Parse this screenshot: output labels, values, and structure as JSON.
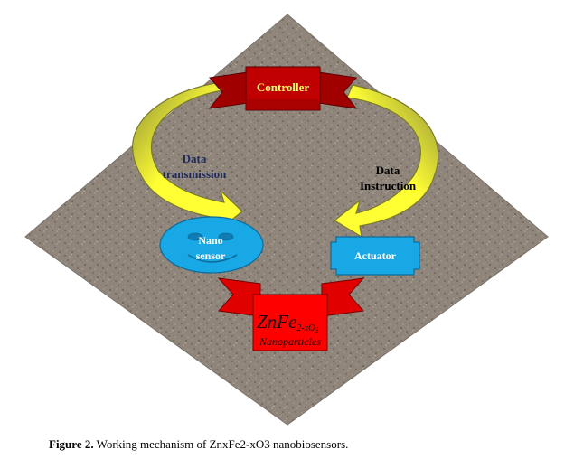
{
  "diagram": {
    "nodes": {
      "controller": "Controller",
      "nano_sensor_line1": "Nano",
      "nano_sensor_line2": "sensor",
      "actuator": "Actuator",
      "nanoparticles_formula_main": "ZnFe",
      "nanoparticles_formula_sub": "2-xO",
      "nanoparticles_formula_sub2": "3",
      "nanoparticles_label": "Nanoparticles"
    },
    "edges": {
      "left_line1": "Data",
      "left_line2": "transmission",
      "right_line1": "Data",
      "right_line2": "Instruction"
    }
  },
  "caption": {
    "label": "Figure 2.",
    "text": " Working mechanism of ZnxFe2-xO3 nanobiosensors."
  },
  "colors": {
    "background_diamond": "#8f857b",
    "controller_banner": "#c00000",
    "controller_text": "#ffff66",
    "arrow_fill": "#ffff33",
    "arrow_shade": "#9a9a3c",
    "sensor_fill": "#19a8e6",
    "actuator_fill": "#19a8e6",
    "bottom_banner": "#ff0000",
    "label_dark": "#1f2a5a"
  }
}
